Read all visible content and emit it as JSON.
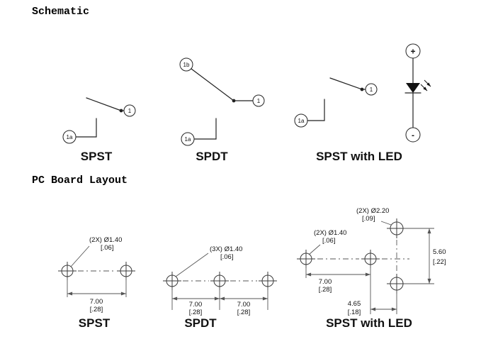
{
  "colors": {
    "ink": "#222222",
    "dimension": "#555555",
    "background": "#ffffff"
  },
  "sections": {
    "schematic_title": "Schematic",
    "pcb_title": "PC Board Layout"
  },
  "schematic": {
    "spst": {
      "label": "SPST",
      "pin_1": "1",
      "pin_1a": "1a"
    },
    "spdt": {
      "label": "SPDT",
      "pin_1": "1",
      "pin_1a": "1a",
      "pin_1b": "1b"
    },
    "spst_led": {
      "label": "SPST with LED",
      "pin_1": "1",
      "pin_1a": "1a",
      "anode": "+",
      "cathode": "-"
    }
  },
  "pcb": {
    "spst": {
      "label": "SPST",
      "hole_callout": "(2X) Ø1.40",
      "hole_callout_in": "[.06]",
      "pitch_mm": "7.00",
      "pitch_in": "[.28]"
    },
    "spdt": {
      "label": "SPDT",
      "hole_callout": "(3X) Ø1.40",
      "hole_callout_in": "[.06]",
      "pitch_left_mm": "7.00",
      "pitch_left_in": "[.28]",
      "pitch_right_mm": "7.00",
      "pitch_right_in": "[.28]"
    },
    "spst_led": {
      "label": "SPST with LED",
      "switch_hole_callout": "(2X) Ø1.40",
      "switch_hole_callout_in": "[.06]",
      "led_hole_callout": "(2X) Ø2.20",
      "led_hole_callout_in": "[.09]",
      "pitch_mm": "7.00",
      "pitch_in": "[.28]",
      "led_offset_mm": "4.65",
      "led_offset_in": "[.18]",
      "led_pitch_mm": "5.60",
      "led_pitch_in": "[.22]"
    }
  }
}
